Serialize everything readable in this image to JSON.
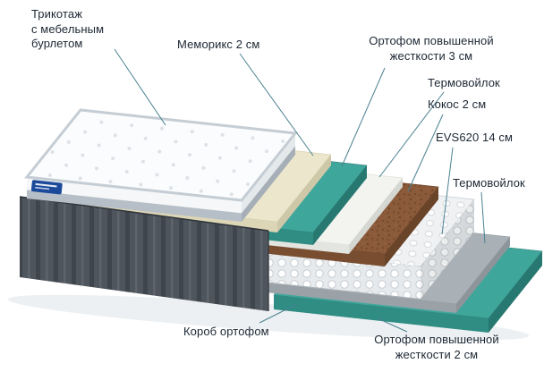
{
  "diagram": {
    "subject": "mattress-layers-exploded-view",
    "labels": {
      "knit": "Трикотаж\nс мебельным\nбурлетом",
      "memorix": "Меморикс 2 см",
      "orthofoam_top": "Ортофом повышенной\nжесткости 3 см",
      "thermofelt_upper": "Термовойлок",
      "coconut": "Кокос 2 см",
      "springs": "EVS620 14 см",
      "thermofelt_lower": "Термовойлок",
      "box": "Короб ортофом",
      "orthofoam_bottom": "Ортофом повышенной\nжесткости 2 см"
    },
    "layer_order_top_to_bottom": [
      "Трикотаж с мебельным бурлетом",
      "Меморикс 2 см",
      "Ортофом повышенной жесткости 3 см",
      "Термовойлок",
      "Кокос 2 см",
      "EVS620 14 см",
      "Термовойлок",
      "Ортофом повышенной жесткости 2 см",
      "Короб ортофом"
    ],
    "colors": {
      "teal_foam": "#3fa69c",
      "cream_memorix": "#ebe6cc",
      "coconut_brown": "#8a5a3a",
      "felt_gray": "#a9b1b6",
      "box_gray": "#4f555d",
      "quilt_white": "#fbfcfd",
      "leader_line": "#4a8191",
      "text": "#1c2733",
      "brand_tag_blue": "#1b4a9b"
    }
  }
}
